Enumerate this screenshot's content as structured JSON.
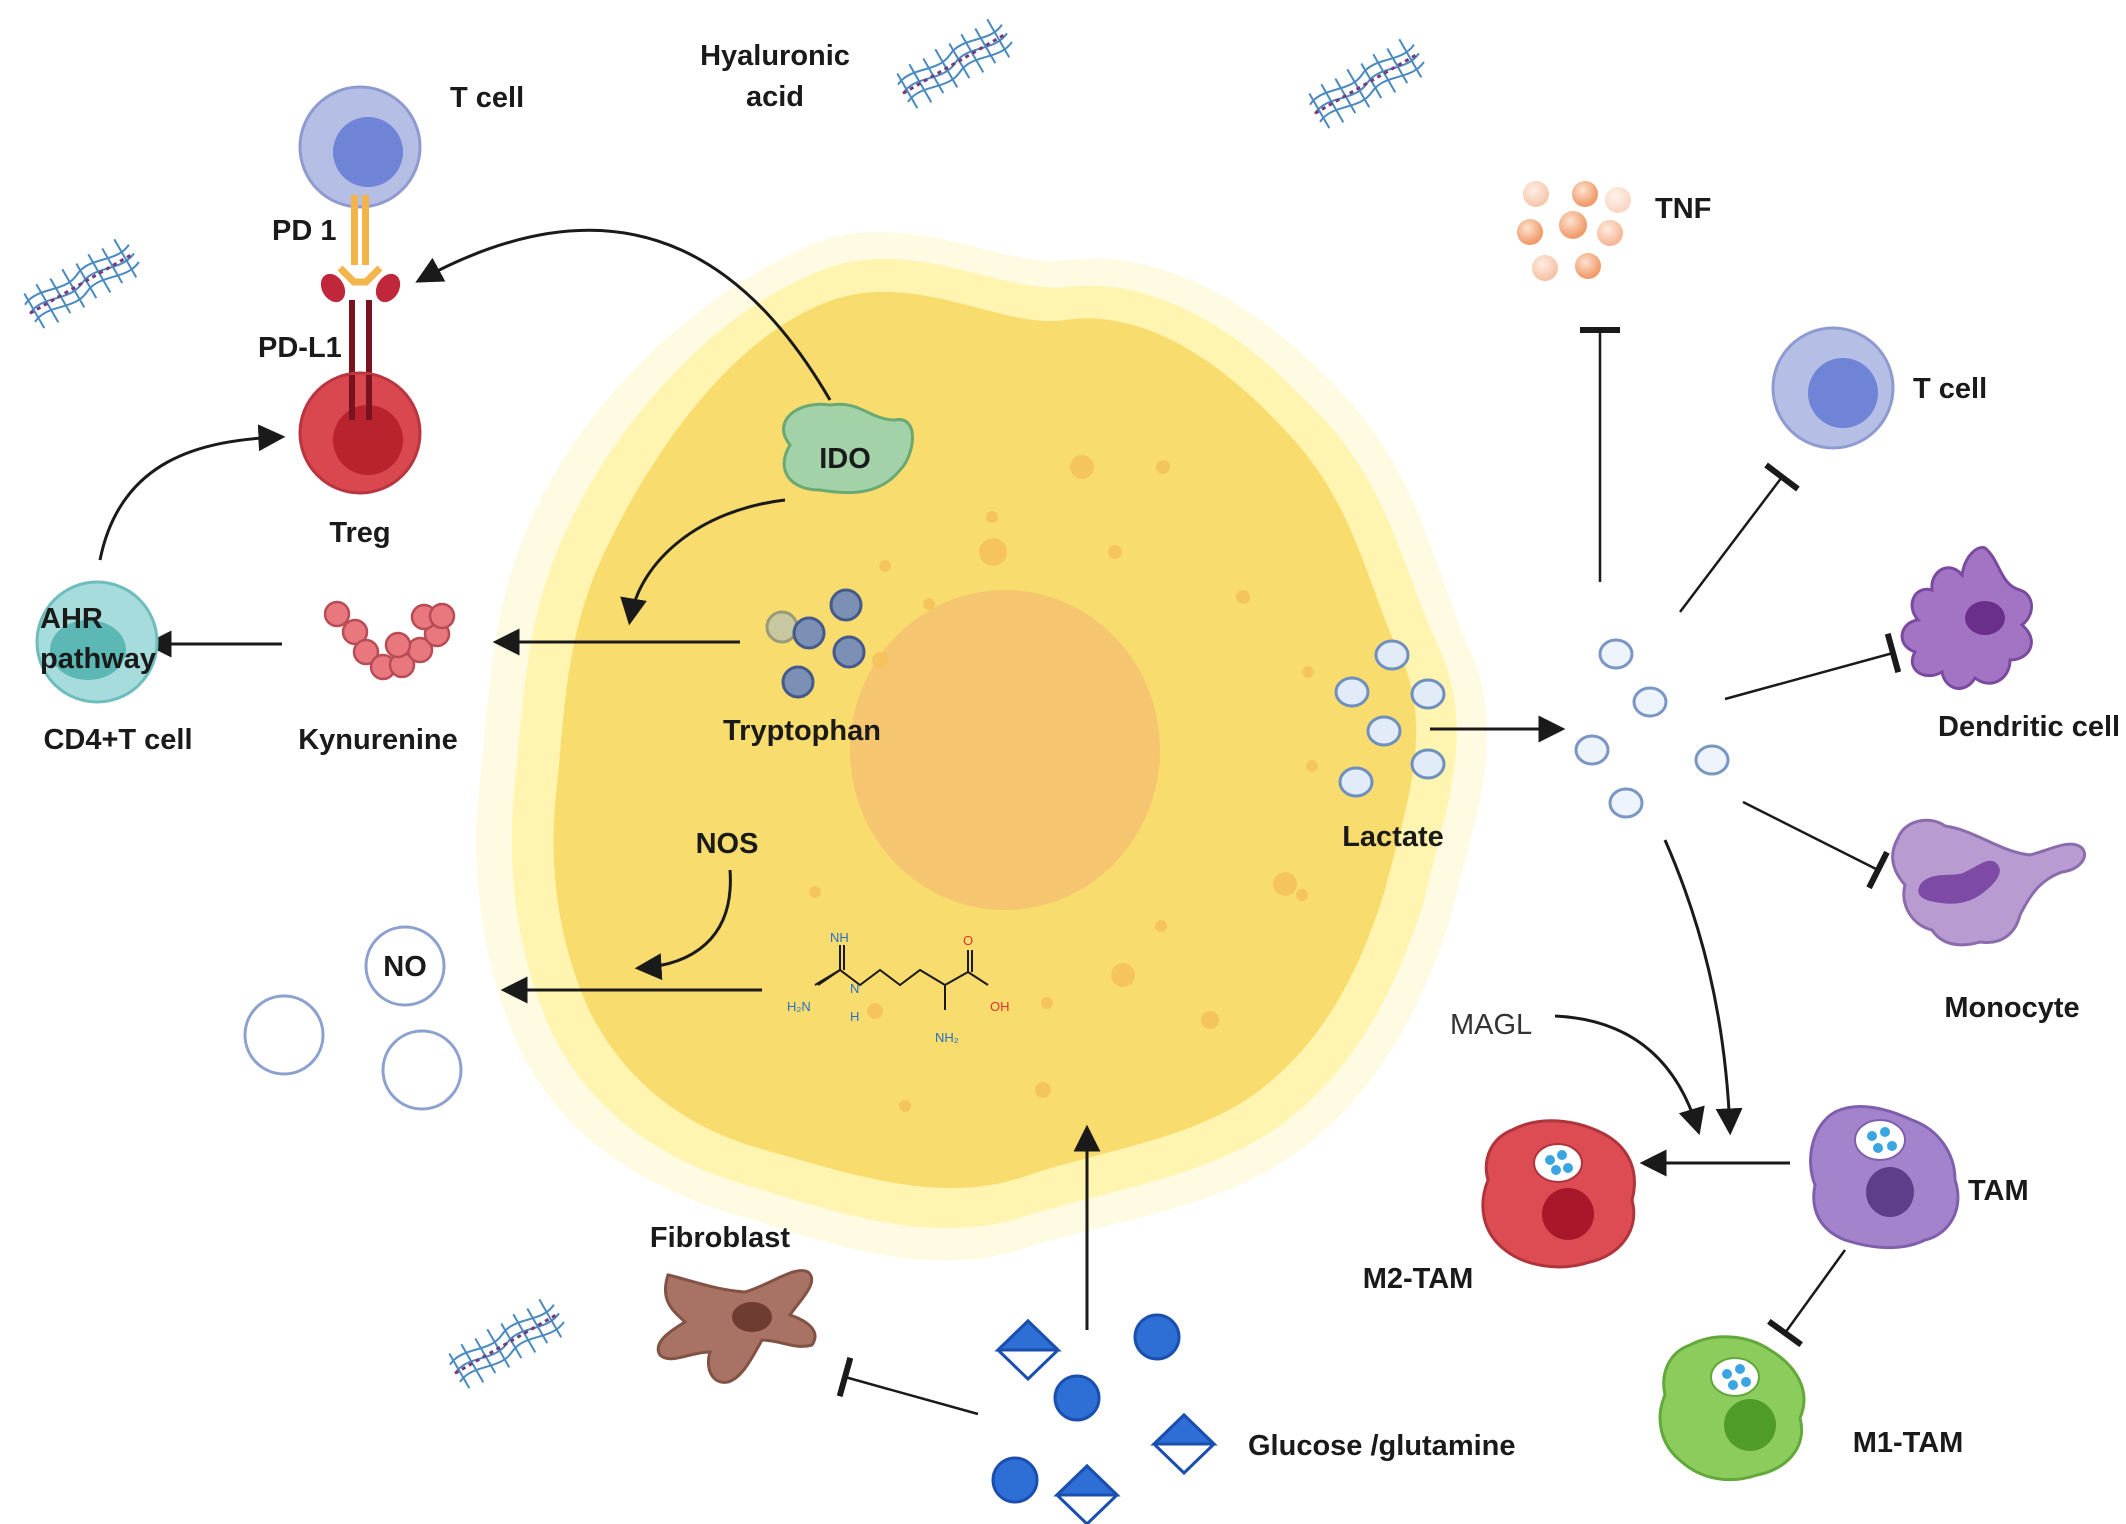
{
  "labels": {
    "t_cell_top": "T cell",
    "hyaluronic_acid_line1": "Hyaluronic",
    "hyaluronic_acid_line2": "acid",
    "pd1": "PD 1",
    "pdl1": "PD-L1",
    "treg": "Treg",
    "ido": "IDO",
    "tryptophan": "Tryptophan",
    "kynurenine": "Kynurenine",
    "ahr_line1": "AHR",
    "ahr_line2": "pathway",
    "cd4_t_cell": "CD4+T cell",
    "nos": "NOS",
    "no": "NO",
    "lactate": "Lactate",
    "tnf": "TNF",
    "t_cell_right": "T cell",
    "dendritic_cell": "Dendritic cell",
    "monocyte": "Monocyte",
    "magl": "MAGL",
    "tam": "TAM",
    "m2_tam": "M2-TAM",
    "m1_tam": "M1-TAM",
    "fibroblast": "Fibroblast",
    "glucose_glutamine": "Glucose /glutamine"
  },
  "arginine_structure": {
    "nh_top": "NH",
    "h2n": "H₂N",
    "h_left": "H",
    "n_left": "N",
    "o": "O",
    "oh": "OH",
    "nh2": "NH₂"
  },
  "colors": {
    "tumor_cell": "#f9dc6e",
    "tumor_halo": "#fdf5c4",
    "nucleus": "#f6c56f",
    "t_cell": "#a9b4e0",
    "treg": "#d9484f",
    "ido": "#a3d2a8",
    "tryptophan": "#7c8fb5",
    "kynurenine": "#e8777e",
    "cd4_t_cell": "#a7dcdc",
    "lactate": "#d6e4f5",
    "tnf": "#f4a77e",
    "dendritic_cell": "#a474c4",
    "monocyte": "#b89cd1",
    "tam": "#a384cc",
    "m2_tam": "#dc4c52",
    "m1_tam": "#8ccc5c",
    "fibroblast": "#a87364",
    "glucose": "#2e6fd6"
  }
}
